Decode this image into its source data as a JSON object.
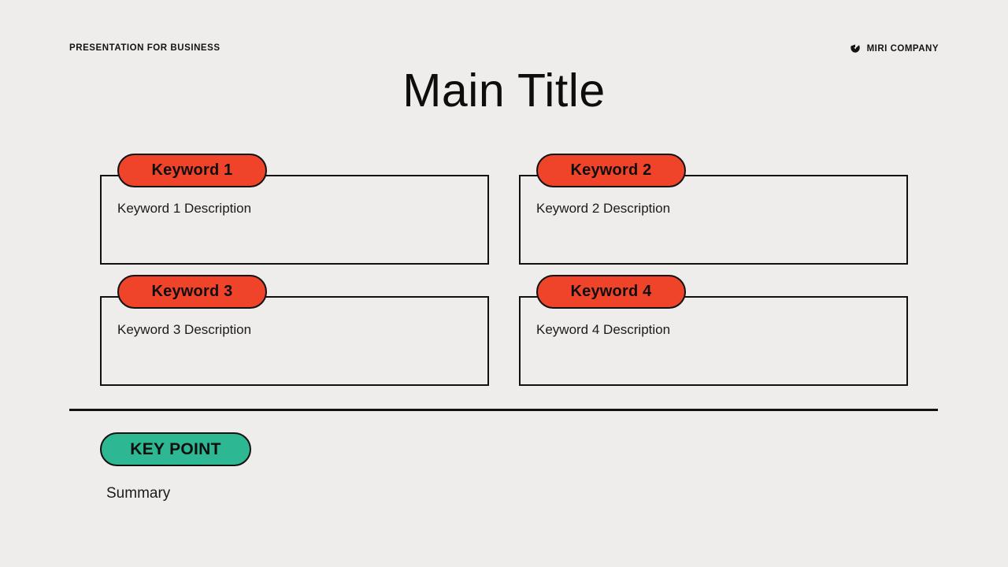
{
  "header": {
    "eyebrow": "PRESENTATION FOR BUSINESS",
    "brand_name": "MIRI COMPANY",
    "brand_mark_icon": "miri-logo-mark-icon"
  },
  "title": "Main Title",
  "colors": {
    "background": "#efecec",
    "ink": "#111111",
    "keyword_pill": "#f0442a",
    "keypoint_pill": "#2db793",
    "body_text": "#1d1b19"
  },
  "cards": [
    {
      "keyword": "Keyword 1",
      "description": "Keyword 1 Description"
    },
    {
      "keyword": "Keyword 2",
      "description": "Keyword 2 Description"
    },
    {
      "keyword": "Keyword 3",
      "description": "Keyword 3 Description"
    },
    {
      "keyword": "Keyword 4",
      "description": "Keyword 4 Description"
    }
  ],
  "footer": {
    "key_point_label": "KEY POINT",
    "summary": "Summary"
  }
}
